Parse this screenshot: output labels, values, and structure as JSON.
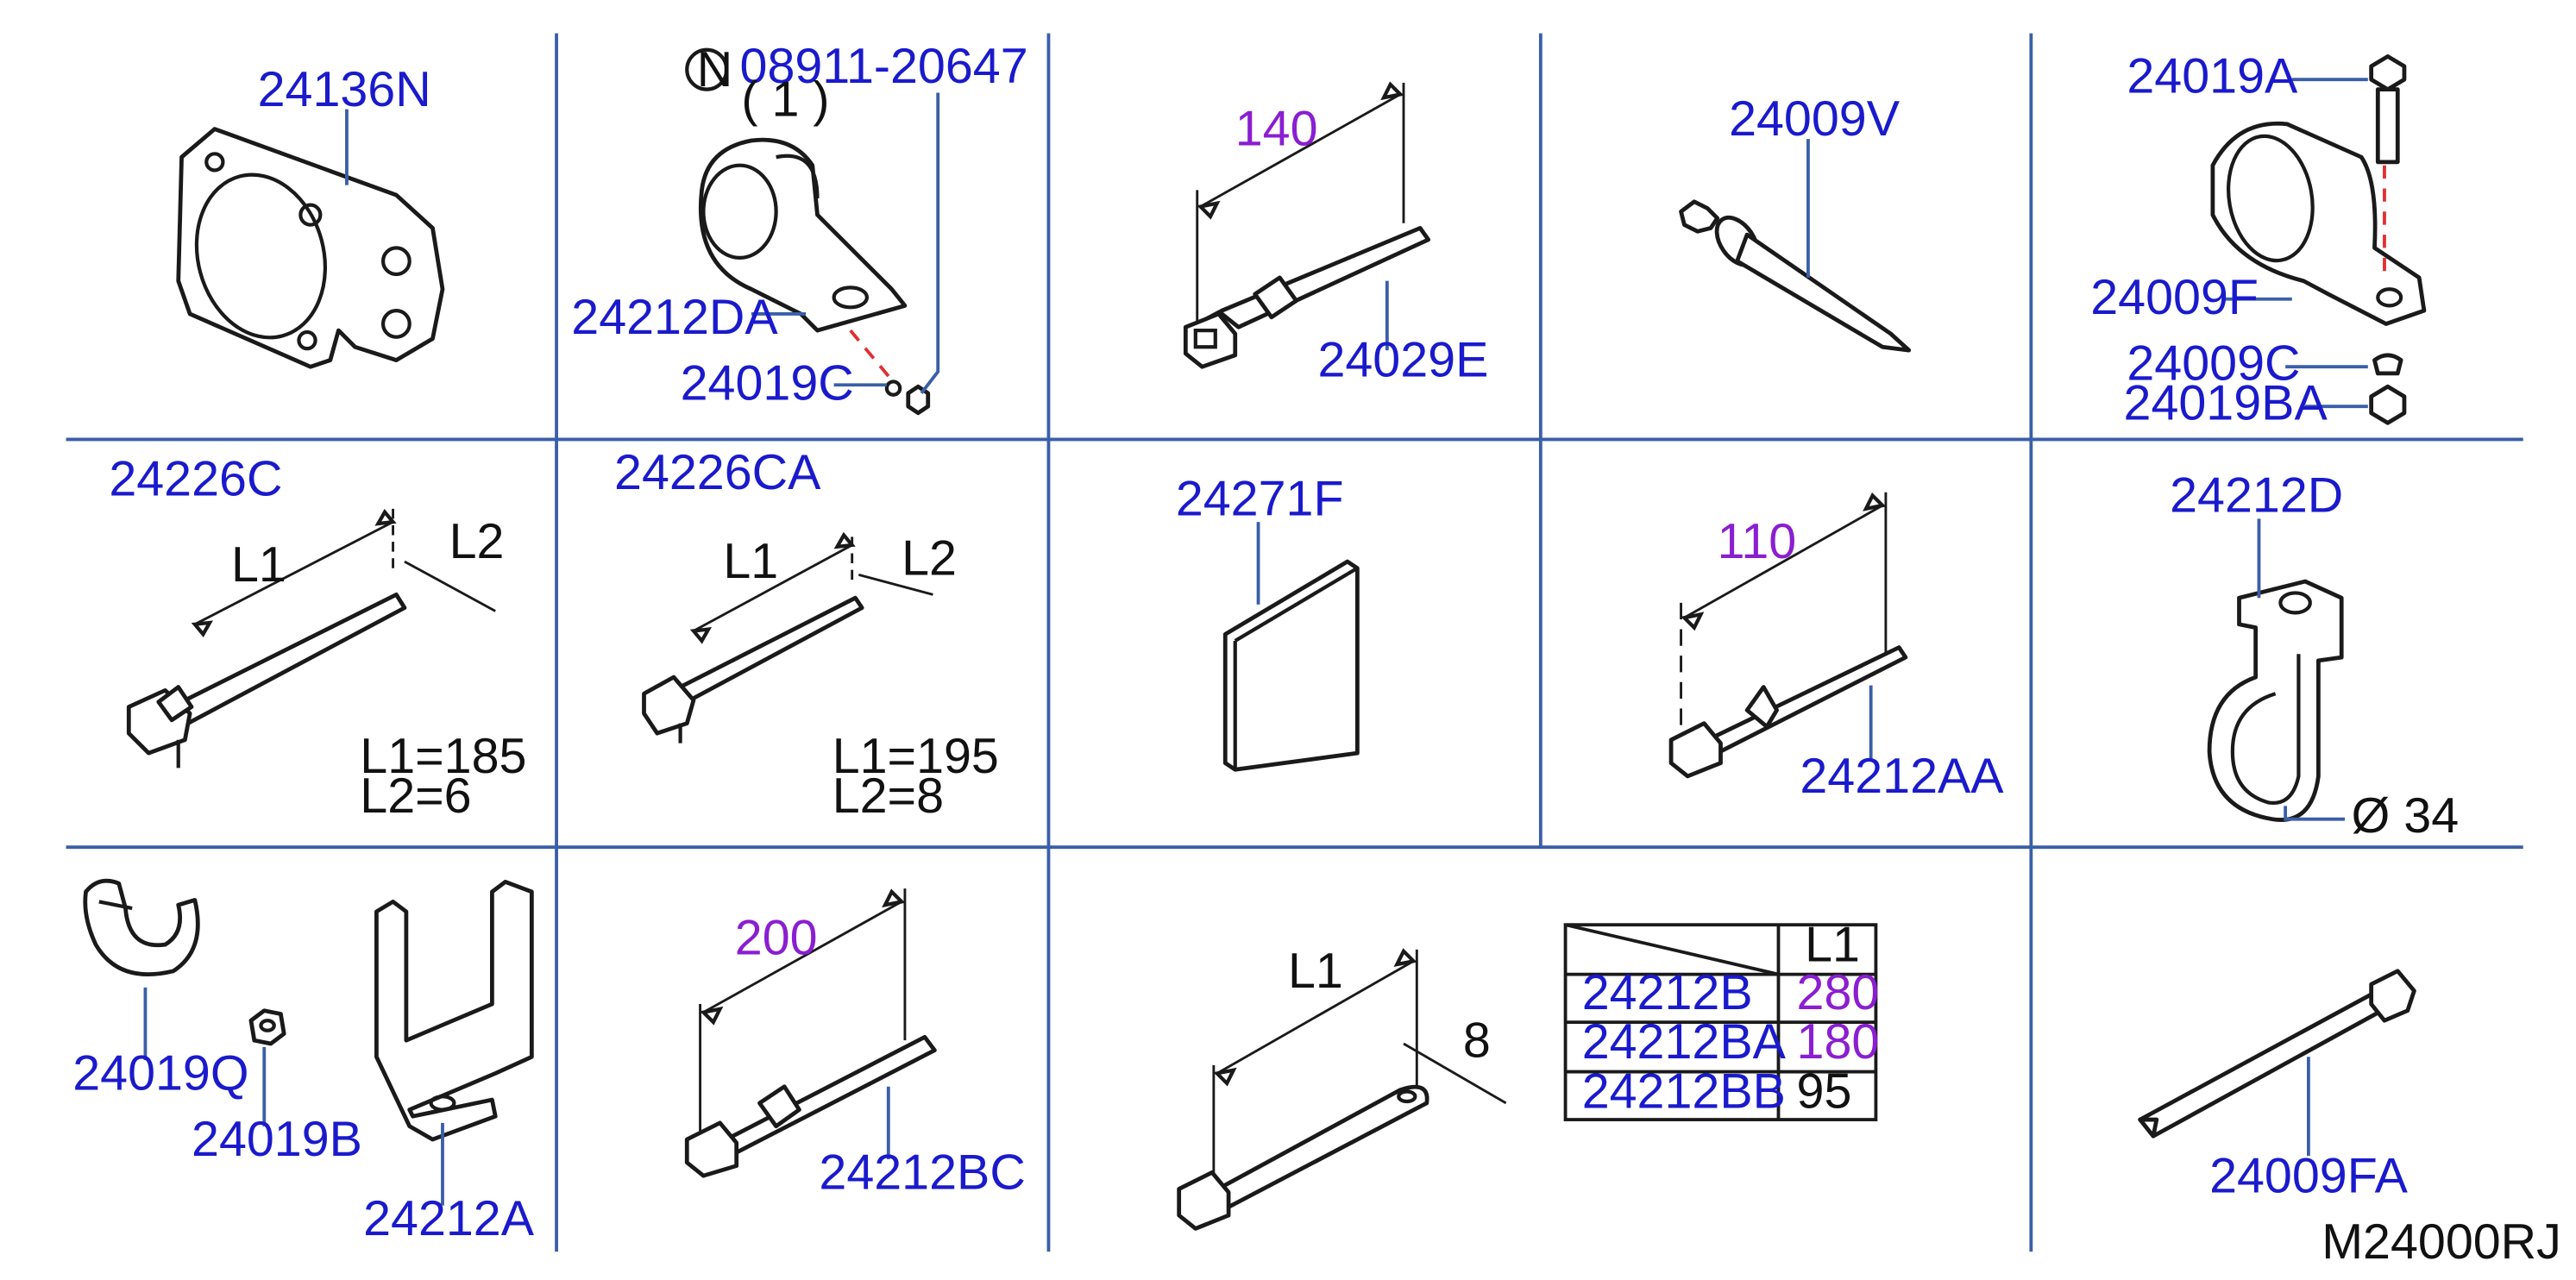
{
  "parts": {
    "p24136N": "24136N",
    "n_symbol": "N",
    "p08911": "08911-20647",
    "qty": "( 1 )",
    "p24212DA": "24212DA",
    "p24019C": "24019C",
    "dim140": "140",
    "p24029E": "24029E",
    "p24009V": "24009V",
    "p24019A": "24019A",
    "p24009F": "24009F",
    "p24009C": "24009C",
    "p24019BA": "24019BA",
    "p24226C": "24226C",
    "L1a": "L1",
    "L2a": "L2",
    "L1v185": "L1=185",
    "L2v6": "L2=6",
    "p24226CA": "24226CA",
    "L1b": "L1",
    "L2b": "L2",
    "L1v195": "L1=195",
    "L2v8": "L2=8",
    "p24271F": "24271F",
    "dim110": "110",
    "p24212AA": "24212AA",
    "p24212D": "24212D",
    "dia34": "Ø 34",
    "p24019Q": "24019Q",
    "p24019B": "24019B",
    "p24212A": "24212A",
    "dim200": "200",
    "p24212BC": "24212BC",
    "L1c": "L1",
    "dim8": "8",
    "p24009FA": "24009FA",
    "ref": "M24000RJ"
  },
  "table": {
    "header": "L1",
    "rows": [
      {
        "part": "24212B",
        "l1": "280"
      },
      {
        "part": "24212BA",
        "l1": "180"
      },
      {
        "part": "24212BB",
        "l1": "95"
      }
    ]
  },
  "colors": {
    "part_number": "#1a1acc",
    "dimension": "#8a1ed0",
    "grid": "#3a5fa8",
    "dashed_axis": "#e03030"
  }
}
